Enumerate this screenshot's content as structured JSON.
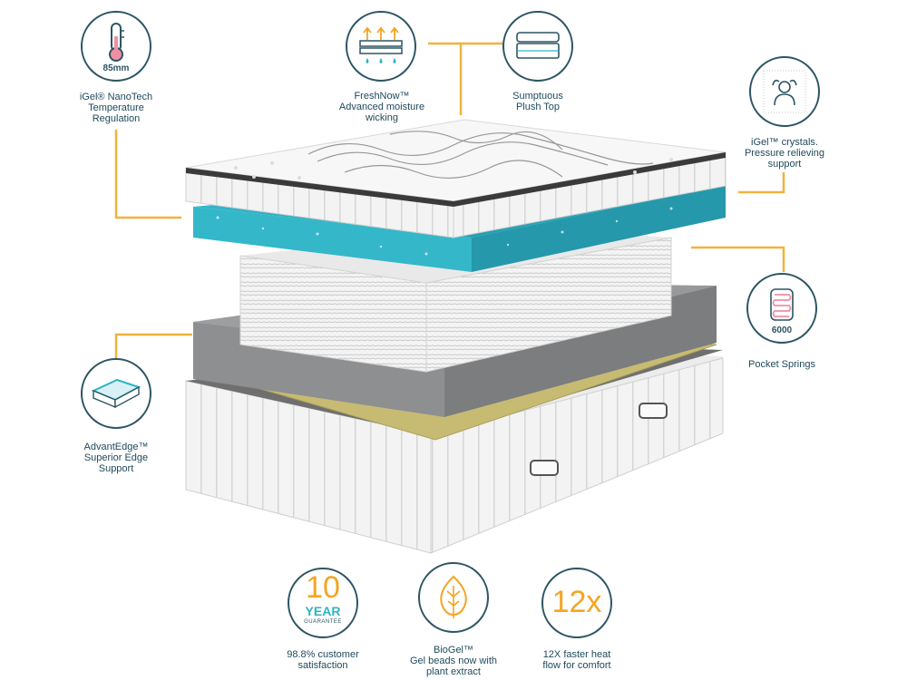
{
  "features": {
    "temperature": {
      "value": "85mm",
      "label_1": "iGel® NanoTech",
      "label_2": "Temperature",
      "label_3": "Regulation",
      "icon": "thermometer-icon"
    },
    "freshnow": {
      "label_1": "FreshNow™",
      "label_2": "Advanced moisture",
      "label_3": "wicking",
      "icon": "moisture-wicking-icon"
    },
    "plushtop": {
      "label_1": "Sumptuous",
      "label_2": "Plush Top",
      "icon": "plush-top-icon"
    },
    "crystals": {
      "label_1": "iGel™ crystals.",
      "label_2": "Pressure relieving",
      "label_3": "support",
      "icon": "relaxing-person-icon"
    },
    "springs": {
      "value": "6000",
      "label_1": "Pocket Springs",
      "icon": "coil-spring-icon"
    },
    "edge": {
      "label_1": "AdvantEdge™",
      "label_2": "Superior Edge",
      "label_3": "Support",
      "icon": "edge-support-icon"
    }
  },
  "badges": {
    "guarantee": {
      "big": "10",
      "word": "YEAR",
      "sub": "GUARANTEE",
      "label_1": "98.8% customer",
      "label_2": "satisfaction"
    },
    "biogel": {
      "label_1": "BioGel™",
      "label_2": "Gel beads now with",
      "label_3": "plant extract",
      "icon": "leaf-icon"
    },
    "heat": {
      "big": "12x",
      "label_1": "12X faster heat",
      "label_2": "flow for comfort"
    }
  },
  "colors": {
    "accent": "#f4a524",
    "line": "#f1b33a",
    "ink": "#2d5563",
    "teal": "#2fb3c6",
    "grey": "#8b8d8f",
    "gold": "#c8bc75"
  }
}
